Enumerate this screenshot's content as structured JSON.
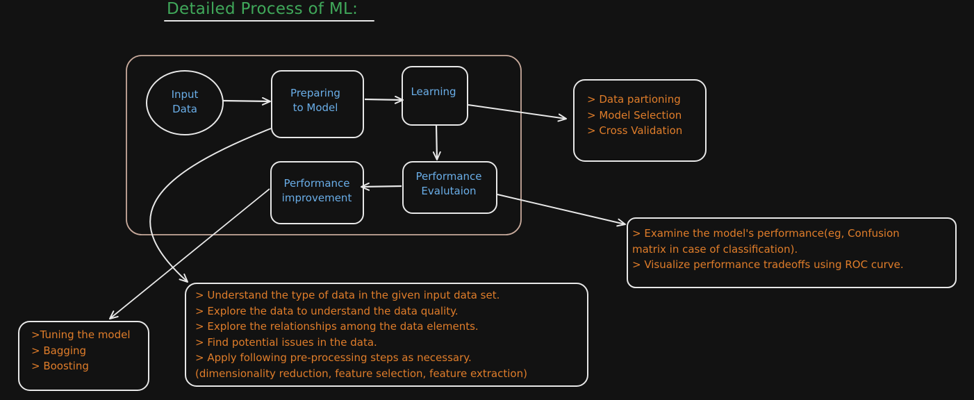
{
  "title": "Detailed Process of ML:",
  "nodes": {
    "input_data": [
      "Input",
      "Data"
    ],
    "preparing": [
      "Preparing",
      "to Model"
    ],
    "learning": [
      "Learning"
    ],
    "evaluation": [
      "Performance",
      "Evalutaion"
    ],
    "improvement": [
      "Performance",
      "improvement"
    ]
  },
  "notes": {
    "learning": [
      "> Data partioning",
      "> Model Selection",
      "> Cross Validation"
    ],
    "evaluation": [
      "> Examine the model's performance(eg, Confusion",
      "matrix in case of classification).",
      "> Visualize performance tradeoffs using ROC curve."
    ],
    "preparing": [
      "> Understand the type of data in the given input data set.",
      "> Explore the data to understand the data quality.",
      "> Explore the relationships among the data elements.",
      "> Find potential issues in the data.",
      "> Apply following pre-processing steps as necessary.",
      "(dimensionality reduction, feature selection, feature extraction)"
    ],
    "improvement": [
      ">Tuning the model",
      "> Bagging",
      "> Boosting"
    ]
  },
  "colors": {
    "background": "#121212",
    "title": "#40a85a",
    "node_text": "#6aaee8",
    "note_text": "#e07d2a",
    "stroke": "#e8e8e8",
    "group_border": "#c8aa9c"
  }
}
